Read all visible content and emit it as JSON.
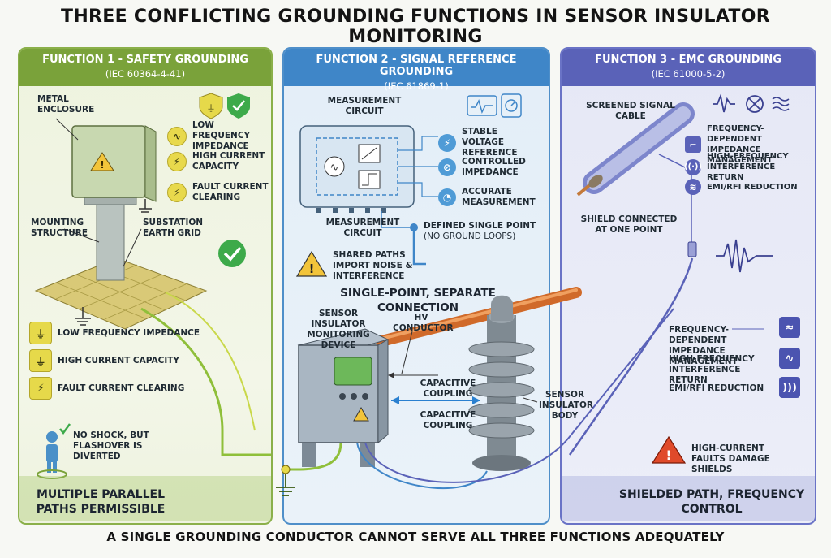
{
  "title": "THREE CONFLICTING GROUNDING FUNCTIONS IN SENSOR INSULATOR MONITORING",
  "footer": "A SINGLE GROUNDING CONDUCTOR CANNOT SERVE ALL THREE FUNCTIONS ADEQUATELY",
  "colors": {
    "safety": "#7aa23a",
    "signal": "#3f86c8",
    "emc": "#5a62b8",
    "warning": "#e04a2a"
  },
  "panel1": {
    "title": "FUNCTION 1 - SAFETY GROUNDING",
    "standard": "(IEC 60364-4-41)",
    "metal_enclosure": "METAL ENCLOSURE",
    "mounting_structure": "MOUNTING STRUCTURE",
    "earth_grid": "SUBSTATION EARTH GRID",
    "features_top": [
      {
        "label": "LOW FREQUENCY IMPEDANCE",
        "icon": "ground-icon"
      },
      {
        "label": "HIGH CURRENT CAPACITY",
        "icon": "bolt-icon"
      },
      {
        "label": "FAULT CURRENT CLEARING",
        "icon": "bolt-icon"
      }
    ],
    "features_list": [
      {
        "label": "LOW FREQUENCY IMPEDANCE",
        "icon": "ground-icon"
      },
      {
        "label": "HIGH CURRENT CAPACITY",
        "icon": "ground-icon"
      },
      {
        "label": "FAULT CURRENT CLEARING",
        "icon": "bolt-icon"
      }
    ],
    "person_note": "NO SHOCK, BUT FLASHOVER IS DIVERTED",
    "bottom": "MULTIPLE PARALLEL PATHS PERMISSIBLE"
  },
  "panel2": {
    "title": "FUNCTION 2 - SIGNAL REFERENCE GROUNDING",
    "standard": "(IEC 61869-1)",
    "measurement_circuit_top": "MEASUREMENT CIRCUIT",
    "measurement_circuit_bottom": "MEASUREMENT CIRCUIT",
    "features": [
      {
        "label": "STABLE VOLTAGE REFERENCE",
        "icon": "bolt-icon"
      },
      {
        "label": "CONTROLLED IMPEDANCE",
        "icon": "slash-icon"
      },
      {
        "label": "ACCURATE MEASUREMENT",
        "icon": "gauge-icon"
      }
    ],
    "single_point": "DEFINED SINGLE POINT",
    "single_point_note": "(NO GROUND LOOPS)",
    "warning": "SHARED PATHS IMPORT NOISE & INTERFERENCE",
    "bottom": "SINGLE-POINT, SEPARATE CONNECTION"
  },
  "panel3": {
    "title": "FUNCTION 3 - EMC GROUNDING",
    "standard": "(IEC 61000-5-2)",
    "cable": "SCREENED SIGNAL CABLE",
    "shield_point": "SHIELD CONNECTED AT ONE POINT",
    "features_top": [
      {
        "label": "FREQUENCY-DEPENDENT IMPEDANCE MANAGEMENT",
        "icon": "step-icon"
      },
      {
        "label": "HIGH-FREQUENCY INTERFERENCE RETURN",
        "icon": "wave-icon"
      },
      {
        "label": "EMI/RFI REDUCTION",
        "icon": "emi-icon"
      }
    ],
    "features_list": [
      {
        "label": "FREQUENCY-DEPENDENT IMPEDANCE MANAGEMENT",
        "icon": "freq-icon"
      },
      {
        "label": "HIGH-FREQUENCY INTERFERENCE RETURN",
        "icon": "wave-icon"
      },
      {
        "label": "EMI/RFI REDUCTION",
        "icon": "emi-icon"
      }
    ],
    "warning": "HIGH-CURRENT FAULTS DAMAGE SHIELDS",
    "bottom": "SHIELDED PATH, FREQUENCY CONTROL"
  },
  "center": {
    "device": "SENSOR INSULATOR MONITORING DEVICE",
    "hv": "HV CONDUCTOR",
    "coupling_1": "CAPACITIVE COUPLING",
    "coupling_2": "CAPACITIVE COUPLING",
    "insulator": "SENSOR INSULATOR BODY"
  }
}
